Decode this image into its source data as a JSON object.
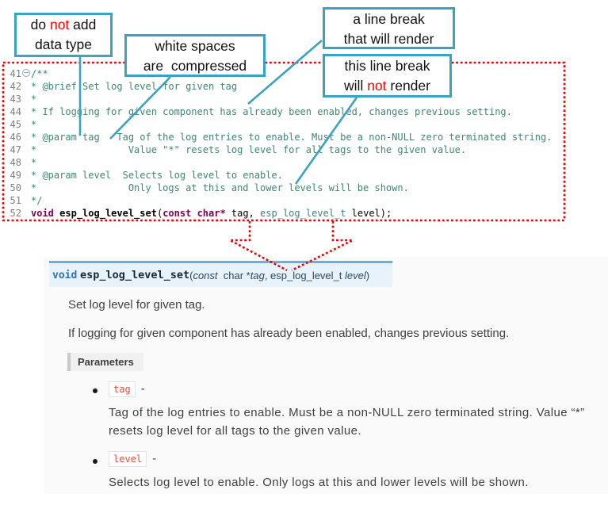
{
  "callouts": {
    "box1": {
      "line1_pre": "do ",
      "line1_red": "not",
      "line1_post": " add",
      "line2": "data type"
    },
    "box2": {
      "line1": "white spaces",
      "line2": "are  compressed"
    },
    "box3": {
      "line1": "a line break",
      "line2": "that will render"
    },
    "box4": {
      "line1": "this line break",
      "line2_pre": "will ",
      "line2_red": "not",
      "line2_post": " render"
    }
  },
  "code": {
    "lines": [
      {
        "num": "41",
        "text": "/**",
        "fold": true
      },
      {
        "num": "42",
        "text": "* @brief Set log level for given tag"
      },
      {
        "num": "43",
        "text": "*"
      },
      {
        "num": "44",
        "text": "* If logging for given component has already been enabled, changes previous setting."
      },
      {
        "num": "45",
        "text": "*"
      },
      {
        "num": "46",
        "text": "* @param tag   Tag of the log entries to enable. Must be a non-NULL zero terminated string."
      },
      {
        "num": "47",
        "text": "*                Value \"*\" resets log level for all tags to the given value."
      },
      {
        "num": "48",
        "text": "*"
      },
      {
        "num": "49",
        "text": "* @param level  Selects log level to enable."
      },
      {
        "num": "50",
        "text": "*                Only logs at this and lower levels will be shown."
      },
      {
        "num": "51",
        "text": "*/"
      }
    ],
    "line52": {
      "num": "52",
      "tokens": [
        {
          "t": "void",
          "s": "kw"
        },
        {
          "t": " ",
          "s": "pl"
        },
        {
          "t": "esp_log_level_set",
          "s": "fn"
        },
        {
          "t": "(",
          "s": "pl"
        },
        {
          "t": "const",
          "s": "kw"
        },
        {
          "t": " ",
          "s": "pl"
        },
        {
          "t": "char*",
          "s": "kw"
        },
        {
          "t": " tag, ",
          "s": "pl"
        },
        {
          "t": "esp_log_level_t",
          "s": "td"
        },
        {
          "t": " level);",
          "s": "pl"
        }
      ]
    }
  },
  "doc": {
    "signature": {
      "tokens": [
        {
          "t": "void",
          "s": "kw"
        },
        {
          "t": " ",
          "s": "p"
        },
        {
          "t": "esp_log_level_set",
          "s": "name"
        },
        {
          "t": "(",
          "s": "p"
        },
        {
          "t": "const",
          "s": "it"
        },
        {
          "t": "  ",
          "s": "p"
        },
        {
          "t": "char",
          "s": "p"
        },
        {
          "t": " *",
          "s": "p"
        },
        {
          "t": "tag",
          "s": "it"
        },
        {
          "t": ", ",
          "s": "p"
        },
        {
          "t": "esp_log_level_t",
          "s": "p"
        },
        {
          "t": " ",
          "s": "p"
        },
        {
          "t": "level",
          "s": "it"
        },
        {
          "t": ")",
          "s": "p"
        }
      ]
    },
    "p1": "Set log level for given tag.",
    "p2": "If logging for given component has already been enabled, changes previous setting.",
    "params_label": "Parameters",
    "params": [
      {
        "name": "tag",
        "dash": "-",
        "desc": "Tag of the log entries to enable. Must be a non-NULL zero terminated string. Value “*” resets log level for all tags to the given value."
      },
      {
        "name": "level",
        "dash": "-",
        "desc": "Selects log level to enable. Only logs at this and lower levels will be shown."
      }
    ]
  },
  "colors": {
    "teal": "#39a3c5",
    "red": "#fe0000",
    "comment": "#3f8575",
    "keyword": "#7f0055",
    "typedef": "#3f8080",
    "sig_border": "#6ab0de",
    "sig_bg": "#e7f2fa",
    "param_name": "#e74c3c"
  }
}
